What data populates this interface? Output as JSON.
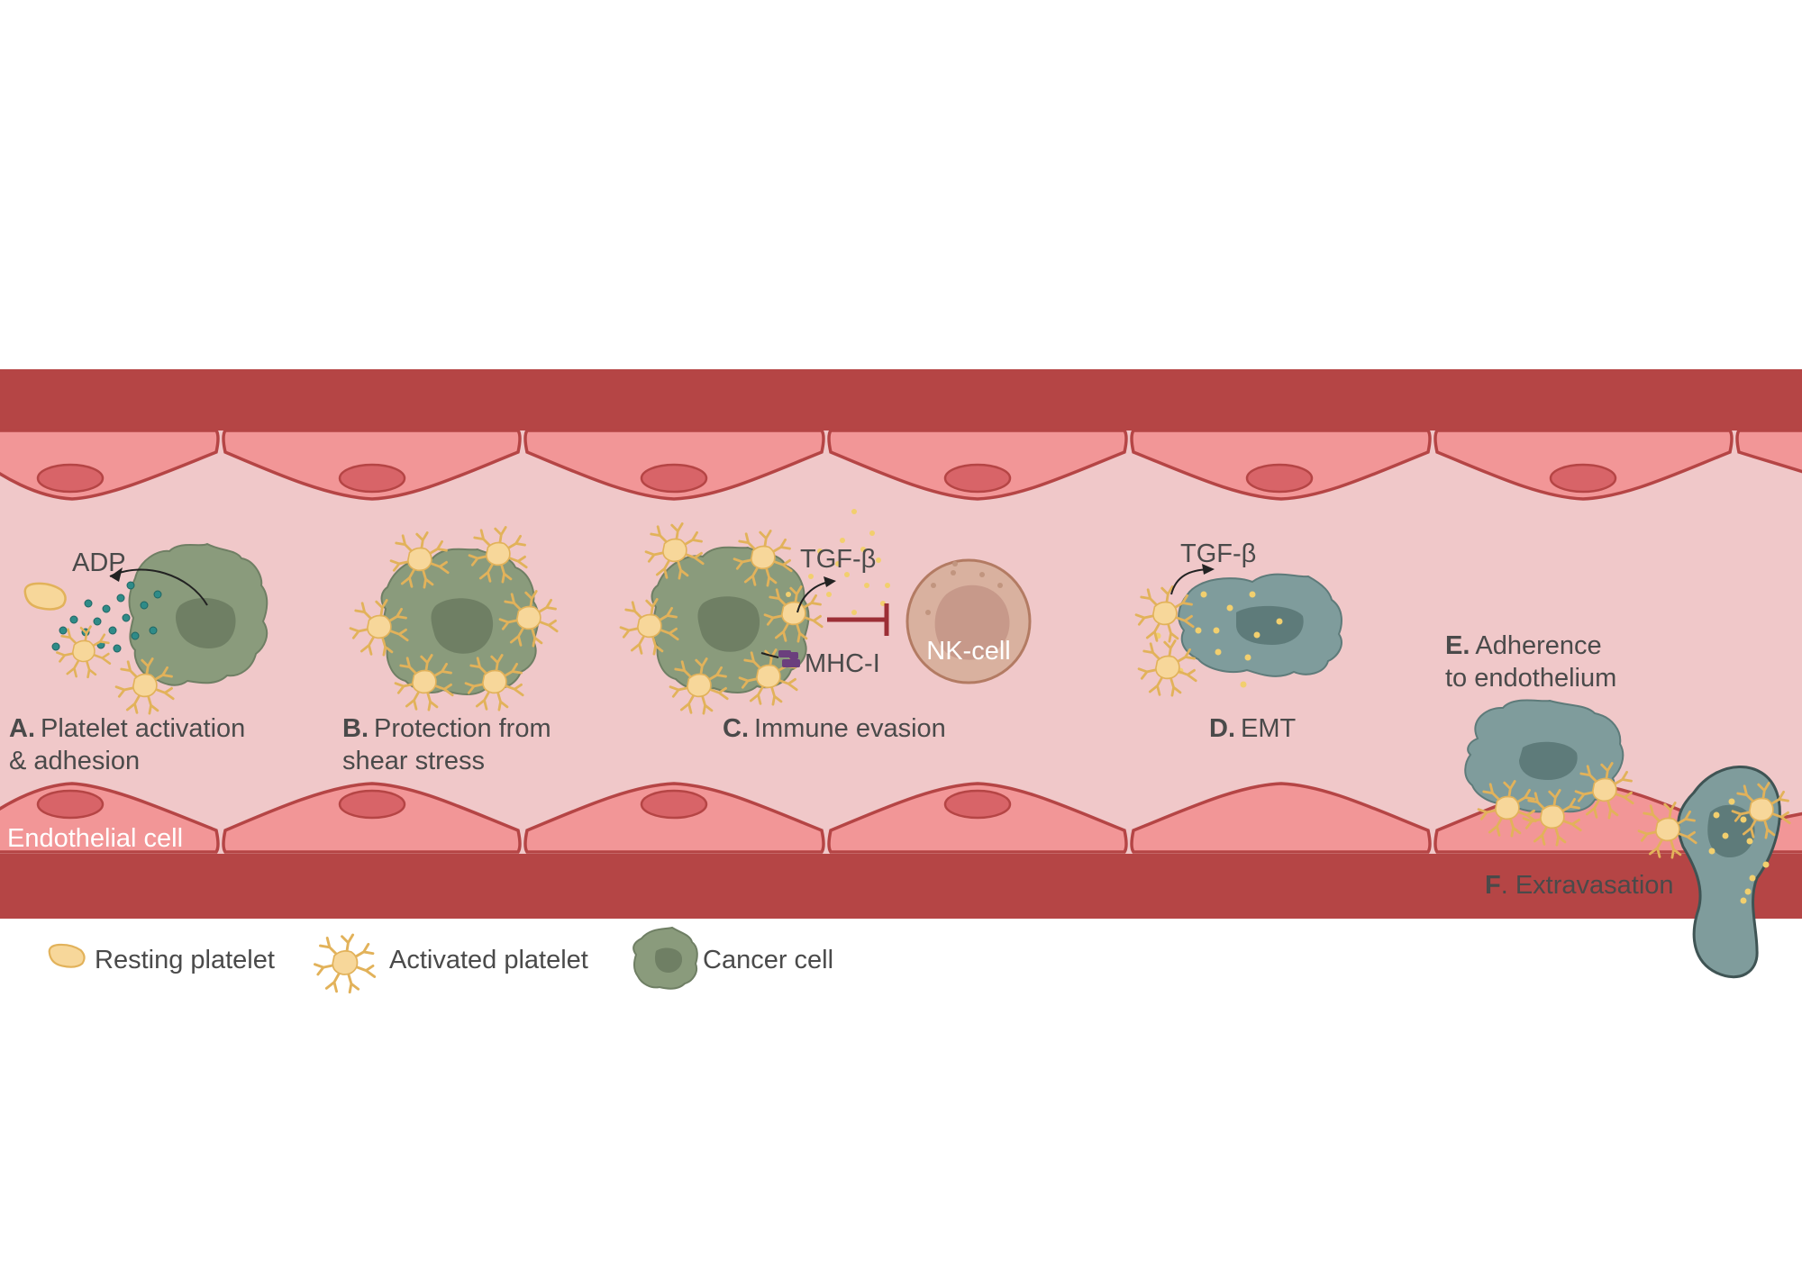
{
  "stages": {
    "a": {
      "letter": "A.",
      "line1": "Platelet activation",
      "line2": "& adhesion",
      "signal": "ADP"
    },
    "b": {
      "letter": "B.",
      "line1": "Protection from",
      "line2": "shear stress"
    },
    "c": {
      "letter": "C.",
      "line1": "Immune evasion",
      "signal": "TGF-β",
      "receptor": "MHC-I",
      "nk": "NK-cell"
    },
    "d": {
      "letter": "D.",
      "line1": "EMT",
      "signal": "TGF-β"
    },
    "e": {
      "letter": "E.",
      "line1": "Adherence",
      "line2": "to endothelium"
    },
    "f": {
      "letter": "F",
      "line1": ". Extravasation"
    }
  },
  "endothelial_label": "Endothelial cell",
  "legend": [
    {
      "icon": "resting-platelet-icon",
      "label": "Resting platelet"
    },
    {
      "icon": "activated-platelet-icon",
      "label": "Activated platelet"
    },
    {
      "icon": "cancer-cell-icon",
      "label": "Cancer cell"
    }
  ],
  "colors": {
    "vessel_wall": "#b54545",
    "endothelium": "#f29697",
    "nucleus": "#d86468",
    "lumen": "#f0c8c9",
    "platelet": "#f7d79a",
    "cancer_green": "#8a9b7c",
    "cancer_teal": "#7f9c9c",
    "nk_cell": "#d9b19f",
    "inhibit": "#9c2f36",
    "mhc": "#6b3f7d"
  }
}
